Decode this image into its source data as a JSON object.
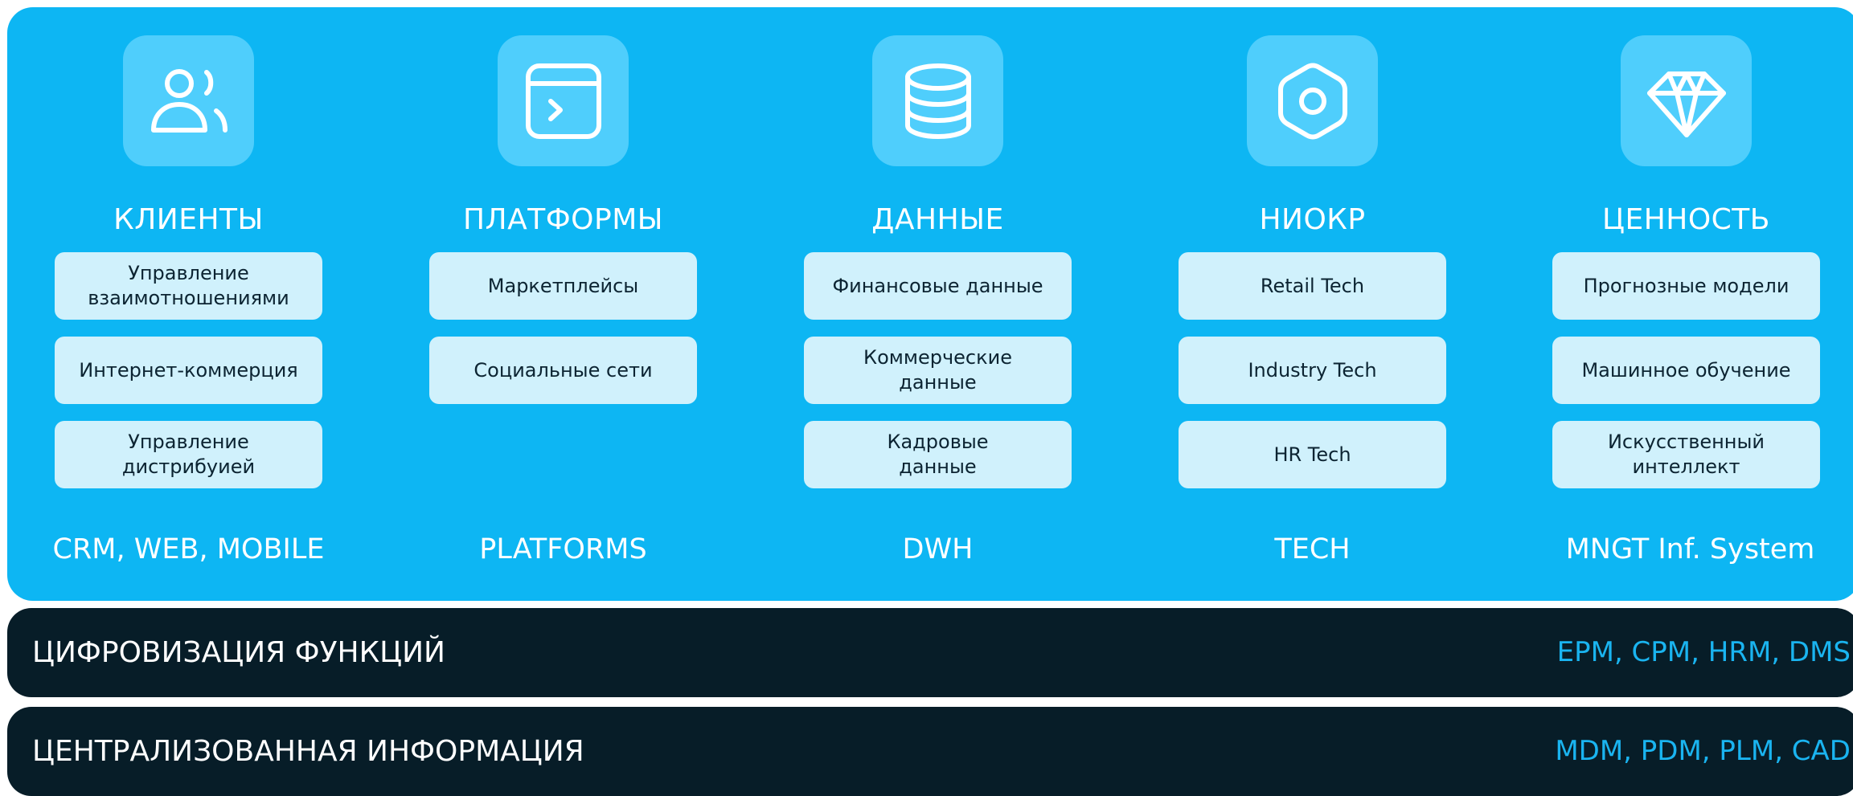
{
  "columns": [
    {
      "title": "КЛИЕНТЫ",
      "icon": "users-icon",
      "items": [
        "Управление\nвзаимотношениями",
        "Интернет-коммерция",
        "Управление\nдистрибуией"
      ],
      "subtitle": "CRM, WEB, MOBILE"
    },
    {
      "title": "ПЛАТФОРМЫ",
      "icon": "terminal-window-icon",
      "items": [
        "Маркетплейсы",
        "Социальные сети"
      ],
      "subtitle": "PLATFORMS"
    },
    {
      "title": "ДАННЫЕ",
      "icon": "database-icon",
      "items": [
        "Финансовые данные",
        "Коммерческие\nданные",
        "Кадровые\nданные"
      ],
      "subtitle": "DWH"
    },
    {
      "title": "НИОКР",
      "icon": "hex-nut-icon",
      "items": [
        "Retail Tech",
        "Industry Tech",
        "HR Tech"
      ],
      "subtitle": "TECH"
    },
    {
      "title": "ЦЕННОСТЬ",
      "icon": "diamond-icon",
      "items": [
        "Прогнозные модели",
        "Машинное обучение",
        "Искусственный\nинтеллект"
      ],
      "subtitle": "MNGT Inf. System"
    }
  ],
  "bars": [
    {
      "title": "ЦИФРОВИЗАЦИЯ ФУНКЦИЙ",
      "systems": "EPM, CPM, HRM, DMS"
    },
    {
      "title": "ЦЕНТРАЛИЗОВАННАЯ ИНФОРМАЦИЯ",
      "systems": "MDM, PDM, PLM, CAD"
    }
  ],
  "colors": {
    "panel": "#0db6f3",
    "icon_tile": "#4fcefc",
    "card": "#d0f1fc",
    "bar": "#071d28",
    "bar_systems_text": "#1ab4f0"
  }
}
